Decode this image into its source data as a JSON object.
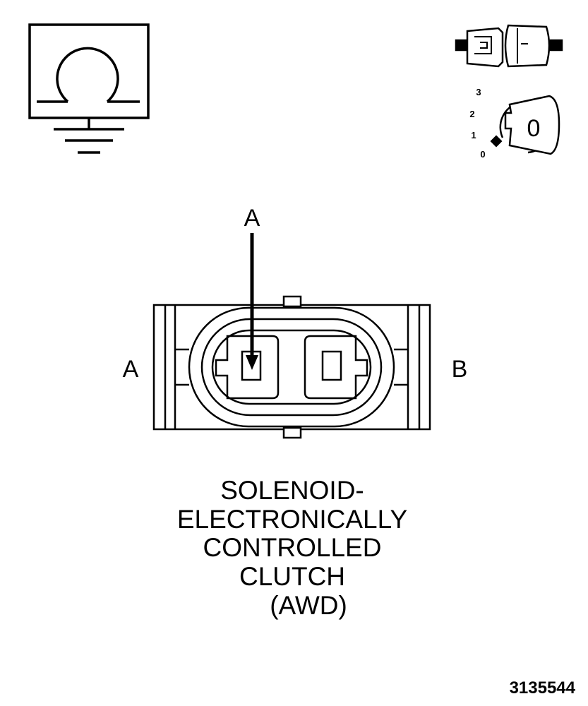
{
  "symbols": {
    "meter": "ohmmeter-ohm-icon",
    "connector": "disconnected-connector-icon",
    "ignition": "ignition-key-icon"
  },
  "ignition_positions": [
    "3",
    "2",
    "1",
    "0"
  ],
  "ignition_key_label": "0",
  "arrow_label": "A",
  "terminal_a_label": "A",
  "terminal_b_label": "B",
  "title_lines": [
    "SOLENOID-",
    "ELECTRONICALLY",
    "CONTROLLED",
    "CLUTCH",
    "(AWD)"
  ],
  "figure_number": "3135544"
}
